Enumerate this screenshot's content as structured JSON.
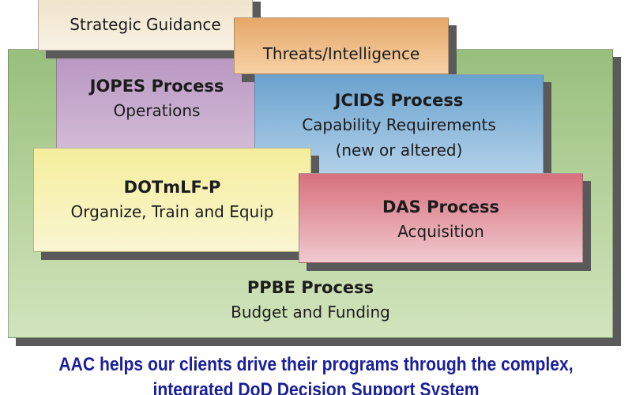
{
  "diagram": {
    "boxes": {
      "strategic": {
        "title": "",
        "subtitle": "Strategic Guidance"
      },
      "threats": {
        "title": "",
        "subtitle": "Threats/Intelligence"
      },
      "jopes": {
        "title": "JOPES Process",
        "subtitle": "Operations"
      },
      "jcids": {
        "title": "JCIDS Process",
        "subtitle": "Capability Requirements",
        "subtitle2": "(new or altered)"
      },
      "dotmlf": {
        "title": "DOTmLF-P",
        "subtitle": "Organize, Train and Equip"
      },
      "das": {
        "title": "DAS Process",
        "subtitle": "Acquisition"
      },
      "ppbe": {
        "title": "PPBE Process",
        "subtitle": "Budget and Funding"
      }
    },
    "caption": {
      "line1": "AAC helps our clients drive their programs through the complex,",
      "line2": "integrated DoD Decision Support System"
    },
    "colors": {
      "ppbe": "#a9ca8e",
      "strategic": "#f3e9d6",
      "threats": "#eebd86",
      "jopes": "#c4a6cb",
      "jcids": "#8fbadc",
      "dotmlf": "#f7f2b7",
      "das": "#e3a0a8",
      "caption_text": "#1a1f9a",
      "shadow": "#5a5a5a"
    }
  }
}
